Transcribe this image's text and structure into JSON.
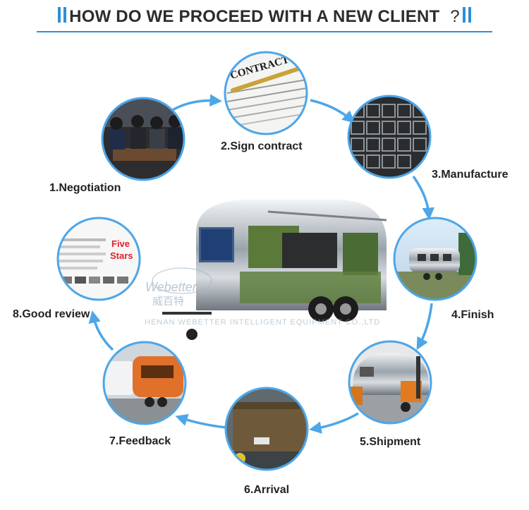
{
  "title": "HOW DO WE PROCEED WITH A NEW CLIENT",
  "title_mark": "?",
  "accent_color": "#2e8fd6",
  "arrow_color": "#4da6e8",
  "steps": [
    {
      "label": "1.Negotiation"
    },
    {
      "label": "2.Sign contract"
    },
    {
      "label": "3.Manufacture"
    },
    {
      "label": "4.Finish"
    },
    {
      "label": "5.Shipment"
    },
    {
      "label": "6.Arrival"
    },
    {
      "label": "7.Feedback"
    },
    {
      "label": "8.Good review"
    }
  ],
  "contract_text": "CONTRACT",
  "review_text": {
    "line1": "Five",
    "line2": "Stars"
  },
  "watermark": {
    "brand": "Webetter",
    "brand_cn": "威百特",
    "company": "HENAN WEBETTER INTELLIGENT EQUIPMENT CO.,LTD"
  }
}
